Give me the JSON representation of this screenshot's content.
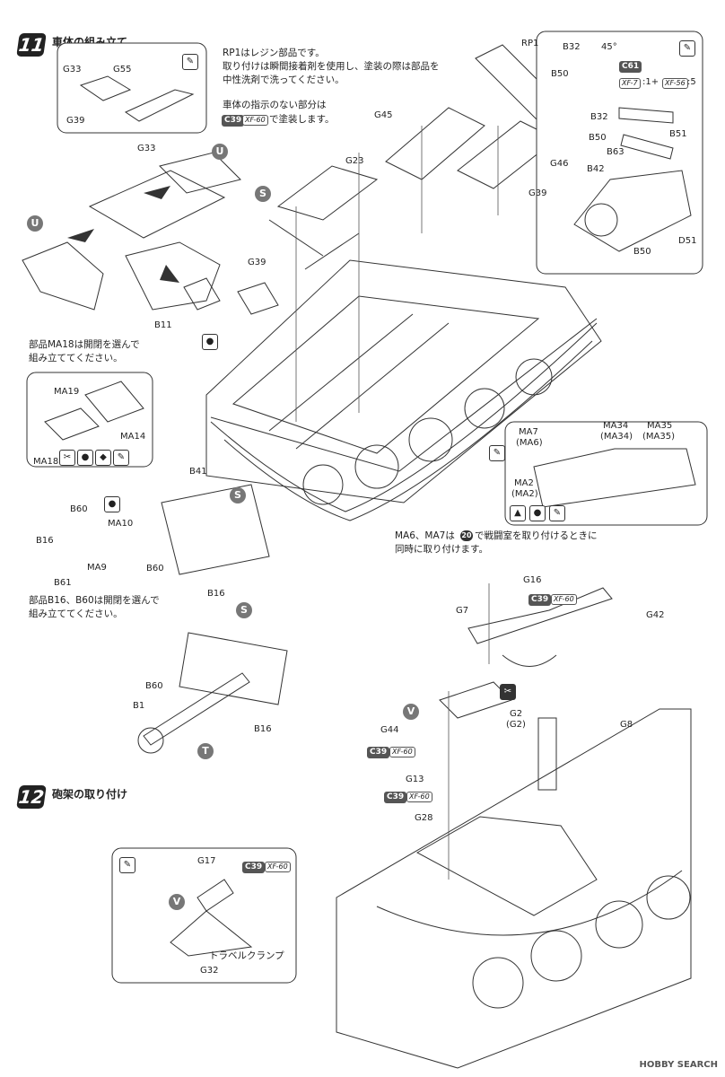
{
  "step11": {
    "number": "11",
    "title": "車体の組み立て",
    "note_rp1": [
      "RP1はレジン部品です。",
      "取り付けは瞬間接着剤を使用し、塗装の際は部品を",
      "中性洗剤で洗ってください。"
    ],
    "note_paint": "車体の指示のない部分は",
    "note_paint_suffix": "で塗装します。",
    "note_ma18": [
      "部品MA18は開閉を選んで",
      "組み立ててください。"
    ],
    "note_b16": [
      "部品B16、B60は開閉を選んで",
      "組み立ててください。"
    ],
    "note_ma6_line1_a": "MA6、MA7は",
    "note_ma6_badge": "20",
    "note_ma6_line1_b": "で戦闘室を取り付けるときに",
    "note_ma6_line2": "同時に取り付けます。"
  },
  "step12": {
    "number": "12",
    "title": "砲架の取り付け",
    "travel_clamp": "トラベルクランプ"
  },
  "paint": {
    "c39": "C39",
    "xf60": "XF-60",
    "c61": "C61",
    "xf7": "XF-7",
    "ratio1": ":1+",
    "xf56": "XF-56",
    "ratio2": ":5",
    "angle": "45°"
  },
  "markers": {
    "U": "U",
    "S": "S",
    "T": "T",
    "V": "V"
  },
  "parts": {
    "RP1": "RP1",
    "G33": "G33",
    "G55": "G55",
    "G39": "G39",
    "G45": "G45",
    "G23": "G23",
    "G46": "G46",
    "B11": "B11",
    "MA19": "MA19",
    "MA14": "MA14",
    "MA18": "MA18",
    "B41": "B41",
    "B60": "B60",
    "MA10": "MA10",
    "B16": "B16",
    "MA9": "MA9",
    "B61": "B61",
    "B1": "B1",
    "B32": "B32",
    "B50": "B50",
    "B51": "B51",
    "B63": "B63",
    "B42": "B42",
    "D51": "D51",
    "MA7": "MA7",
    "MA6p": "(MA6)",
    "MA34": "MA34",
    "MA34p": "(MA34)",
    "MA35": "MA35",
    "MA35p": "(MA35)",
    "MA2": "MA2",
    "MA2p": "(MA2)",
    "G16": "G16",
    "G7": "G7",
    "G42": "G42",
    "G44": "G44",
    "G2": "G2",
    "G2p": "(G2)",
    "G8": "G8",
    "G13": "G13",
    "G28": "G28",
    "G17": "G17",
    "G32": "G32"
  },
  "watermark": "HOBBY SEARCH"
}
